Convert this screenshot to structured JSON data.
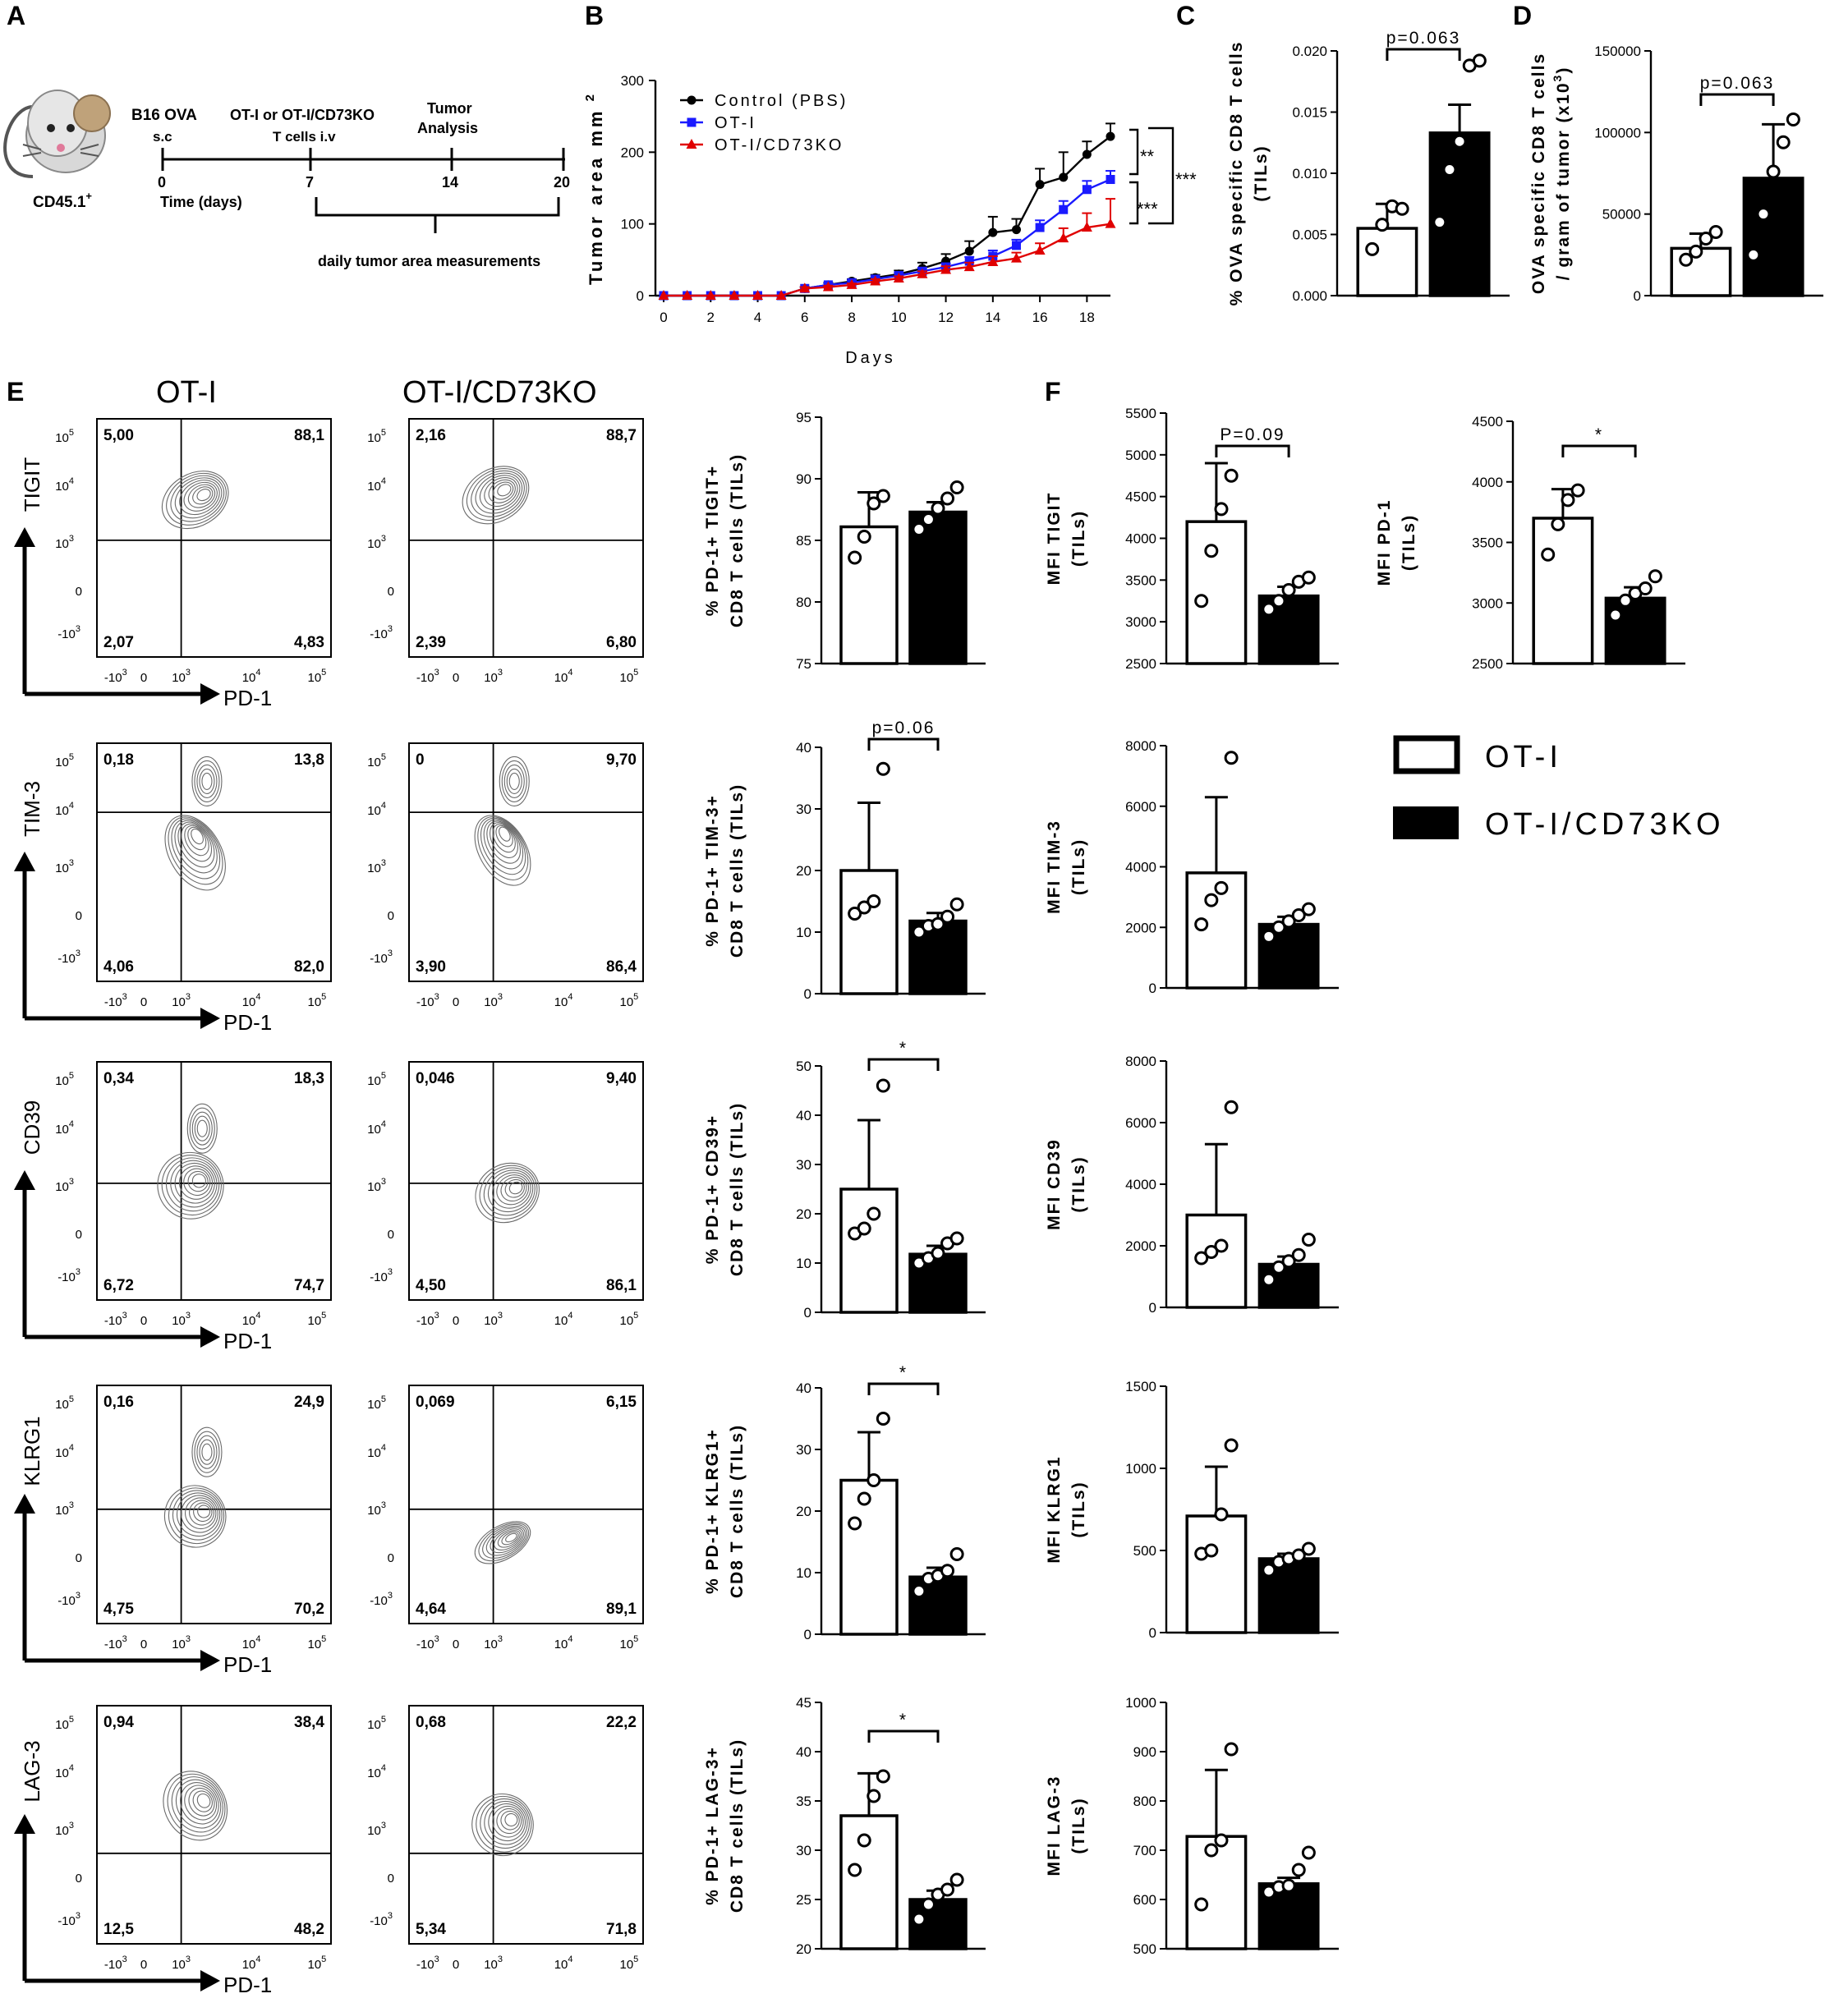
{
  "panel_labels": {
    "A": "A",
    "B": "B",
    "C": "C",
    "D": "D",
    "E": "E",
    "F": "F"
  },
  "schematic": {
    "mouse_label": "CD45.1",
    "mouse_label_sup": "+",
    "inj1_a": "B16 OVA",
    "inj1_b": "s.c",
    "inj2_a": "OT-I or OT-I/CD73KO",
    "inj2_b": "T cells  i.v",
    "inj3_a": "Tumor",
    "inj3_b": "Analysis",
    "t0": "0",
    "t7": "7",
    "t14": "14",
    "t20": "20",
    "time_label": "Time (days)",
    "measure_label": "daily tumor area measurements"
  },
  "annotations": {
    "b_sig1": "**",
    "b_sig2": "***",
    "b_sig3": "***",
    "c_p": "p=0.063",
    "d_p": "p=0.063",
    "e_tim3_p": "p=0.06",
    "e_cd39_sig": "*",
    "e_klrg1_sig": "*",
    "e_lag3_sig": "*",
    "f_tigit_p": "P=0.09",
    "f_pd1_sig": "*"
  },
  "flow": {
    "col_ot1": "OT-I",
    "col_cd73": "OT-I/CD73KO",
    "xaxis": "PD-1",
    "tick_labels": {
      "e5": "10",
      "e4": "10",
      "e3": "10",
      "zero": "0",
      "m3": "-10",
      "exp5": "5",
      "exp4": "4",
      "exp3": "3"
    },
    "rows": [
      {
        "marker": "TIGIT",
        "ot1": [
          "5,00",
          "88,1",
          "2,07",
          "4,83"
        ],
        "cd73": [
          "2,16",
          "88,7",
          "2,39",
          "6,80"
        ]
      },
      {
        "marker": "TIM-3",
        "ot1": [
          "0,18",
          "13,8",
          "4,06",
          "82,0"
        ],
        "cd73": [
          "0",
          "9,70",
          "3,90",
          "86,4"
        ]
      },
      {
        "marker": "CD39",
        "ot1": [
          "0,34",
          "18,3",
          "6,72",
          "74,7"
        ],
        "cd73": [
          "0,046",
          "9,40",
          "4,50",
          "86,1"
        ]
      },
      {
        "marker": "KLRG1",
        "ot1": [
          "0,16",
          "24,9",
          "4,75",
          "70,2"
        ],
        "cd73": [
          "0,069",
          "6,15",
          "4,64",
          "89,1"
        ]
      },
      {
        "marker": "LAG-3",
        "ot1": [
          "0,94",
          "38,4",
          "12,5",
          "48,2"
        ],
        "cd73": [
          "0,68",
          "22,2",
          "5,34",
          "71,8"
        ]
      }
    ]
  },
  "legend": {
    "ot1": "OT-I",
    "cd73": "OT-I/CD73KO"
  },
  "chart_data": [
    {
      "id": "B",
      "type": "line",
      "title": "",
      "xlabel": "Days",
      "ylabel": "Tumor area mm",
      "ylabel_sup": "2",
      "xlim": [
        0,
        19
      ],
      "ylim": [
        0,
        300
      ],
      "xticks": [
        0,
        2,
        4,
        6,
        8,
        10,
        12,
        14,
        16,
        18
      ],
      "yticks": [
        0,
        100,
        200,
        300
      ],
      "x": [
        0,
        1,
        2,
        3,
        4,
        5,
        6,
        7,
        8,
        9,
        10,
        11,
        12,
        13,
        14,
        15,
        16,
        17,
        18,
        19
      ],
      "series": [
        {
          "name": "Control (PBS)",
          "color": "#000000",
          "marker": "circle",
          "values": [
            0,
            0,
            0,
            0,
            0,
            0,
            10,
            15,
            20,
            25,
            30,
            38,
            48,
            62,
            88,
            92,
            155,
            165,
            197,
            222
          ],
          "errors": [
            0,
            0,
            0,
            0,
            0,
            0,
            2,
            3,
            3,
            4,
            5,
            8,
            10,
            14,
            22,
            15,
            22,
            35,
            18,
            18
          ]
        },
        {
          "name": "OT-I",
          "color": "#1a1aff",
          "marker": "square",
          "values": [
            0,
            0,
            0,
            0,
            0,
            0,
            10,
            15,
            18,
            23,
            28,
            34,
            40,
            48,
            55,
            70,
            95,
            120,
            148,
            162
          ],
          "errors": [
            0,
            0,
            0,
            0,
            0,
            0,
            2,
            2,
            3,
            3,
            4,
            5,
            5,
            6,
            8,
            8,
            10,
            12,
            12,
            12
          ]
        },
        {
          "name": "OT-I/CD73KO",
          "color": "#e00000",
          "marker": "triangle",
          "values": [
            0,
            0,
            0,
            0,
            0,
            0,
            10,
            12,
            15,
            20,
            24,
            30,
            36,
            40,
            47,
            52,
            63,
            80,
            95,
            100
          ],
          "errors": [
            0,
            0,
            0,
            0,
            0,
            0,
            2,
            2,
            2,
            3,
            3,
            4,
            5,
            6,
            8,
            8,
            10,
            14,
            20,
            35
          ]
        }
      ],
      "legend": "top-left"
    },
    {
      "id": "C",
      "type": "bar",
      "categories": [
        "OT-I",
        "OT-I/CD73KO"
      ],
      "ylabel": "% OVA specific CD8 T cells",
      "ylabel2": "(TILs)",
      "ylim": [
        0,
        0.02
      ],
      "yticks": [
        0,
        0.005,
        0.01,
        0.015,
        0.02
      ],
      "tick_labels": [
        "0.000",
        "0.005",
        "0.010",
        "0.015",
        "0.020"
      ],
      "values": [
        0.0055,
        0.0133
      ],
      "errors": [
        0.002,
        0.0023
      ],
      "points": [
        [
          0.0038,
          0.0058,
          0.0073,
          0.0071
        ],
        [
          0.006,
          0.0103,
          0.0126,
          0.0188,
          0.0192
        ]
      ]
    },
    {
      "id": "D",
      "type": "bar",
      "categories": [
        "OT-I",
        "OT-I/CD73KO"
      ],
      "ylabel": "OVA specific CD8 T cells",
      "ylabel2": "/ gram of tumor (x10",
      "ylabel2_sup": "3",
      "ylabel2_end": ")",
      "ylim": [
        0,
        150000
      ],
      "yticks": [
        0,
        50000,
        100000,
        150000
      ],
      "tick_labels": [
        "0",
        "50000",
        "100000",
        "150000"
      ],
      "values": [
        29000,
        72000
      ],
      "errors": [
        9000,
        33000
      ],
      "points": [
        [
          22000,
          27000,
          35000,
          39000
        ],
        [
          25000,
          50000,
          76000,
          94000,
          108000
        ]
      ]
    },
    {
      "id": "E-TIGIT",
      "type": "bar",
      "categories": [
        "OT-I",
        "OT-I/CD73KO"
      ],
      "ylabel": "% PD-1+ TIGIT+",
      "ylabel2": "CD8 T cells (TILs)",
      "ylim": [
        75,
        95
      ],
      "yticks": [
        75,
        80,
        85,
        90,
        95
      ],
      "tick_labels": [
        "75",
        "80",
        "85",
        "90",
        "95"
      ],
      "values": [
        86.1,
        87.3
      ],
      "errors": [
        2.8,
        0.8
      ],
      "points": [
        [
          83.6,
          85.3,
          88.0,
          88.6
        ],
        [
          85.9,
          86.7,
          87.6,
          88.4,
          89.3
        ]
      ]
    },
    {
      "id": "E-TIM3",
      "type": "bar",
      "categories": [
        "OT-I",
        "OT-I/CD73KO"
      ],
      "ylabel": "% PD-1+ TIM-3+",
      "ylabel2": "CD8 T cells (TILs)",
      "ylim": [
        0,
        40
      ],
      "yticks": [
        0,
        10,
        20,
        30,
        40
      ],
      "tick_labels": [
        "0",
        "10",
        "20",
        "30",
        "40"
      ],
      "values": [
        20,
        11.8
      ],
      "errors": [
        11,
        1.3
      ],
      "points": [
        [
          13,
          14,
          15,
          36.5
        ],
        [
          10,
          11,
          11.3,
          12.5,
          14.5
        ]
      ]
    },
    {
      "id": "E-CD39",
      "type": "bar",
      "categories": [
        "OT-I",
        "OT-I/CD73KO"
      ],
      "ylabel": "% PD-1+ CD39+",
      "ylabel2": "CD8 T cells (TILs)",
      "ylim": [
        0,
        50
      ],
      "yticks": [
        0,
        10,
        20,
        30,
        40,
        50
      ],
      "tick_labels": [
        "0",
        "10",
        "20",
        "30",
        "40",
        "50"
      ],
      "values": [
        25,
        11.8
      ],
      "errors": [
        14,
        1.7
      ],
      "points": [
        [
          16,
          17,
          20,
          46
        ],
        [
          10,
          11,
          12,
          14,
          15
        ]
      ]
    },
    {
      "id": "E-KLRG1",
      "type": "bar",
      "categories": [
        "OT-I",
        "OT-I/CD73KO"
      ],
      "ylabel": "% PD-1+ KLRG1+",
      "ylabel2": "CD8 T cells (TILs)",
      "ylim": [
        0,
        40
      ],
      "yticks": [
        0,
        10,
        20,
        30,
        40
      ],
      "tick_labels": [
        "0",
        "10",
        "20",
        "30",
        "40"
      ],
      "values": [
        25,
        9.3
      ],
      "errors": [
        7.8,
        1.5
      ],
      "points": [
        [
          18,
          22,
          25,
          35
        ],
        [
          7,
          9,
          9.5,
          10.3,
          13
        ]
      ]
    },
    {
      "id": "E-LAG3",
      "type": "bar",
      "categories": [
        "OT-I",
        "OT-I/CD73KO"
      ],
      "ylabel": "% PD-1+ LAG-3+",
      "ylabel2": "CD8 T cells (TILs)",
      "ylim": [
        20,
        45
      ],
      "yticks": [
        20,
        25,
        30,
        35,
        40,
        45
      ],
      "tick_labels": [
        "20",
        "25",
        "30",
        "35",
        "40",
        "45"
      ],
      "values": [
        33.5,
        25
      ],
      "errors": [
        4.3,
        0.9
      ],
      "points": [
        [
          28,
          31,
          35.5,
          37.5
        ],
        [
          23,
          24.5,
          25.5,
          26,
          27
        ]
      ]
    },
    {
      "id": "F-TIGIT",
      "type": "bar",
      "categories": [
        "OT-I",
        "OT-I/CD73KO"
      ],
      "ylabel": "MFI TIGIT",
      "ylabel2": "(TILs)",
      "ylim": [
        2500,
        5500
      ],
      "yticks": [
        2500,
        3000,
        3500,
        4000,
        4500,
        5000,
        5500
      ],
      "tick_labels": [
        "2500",
        "3000",
        "3500",
        "4000",
        "4500",
        "5000",
        "5500"
      ],
      "values": [
        4200,
        3310
      ],
      "errors": [
        700,
        110
      ],
      "points": [
        [
          3250,
          3850,
          4350,
          4750
        ],
        [
          3150,
          3250,
          3380,
          3480,
          3530
        ]
      ]
    },
    {
      "id": "F-PD1",
      "type": "bar",
      "categories": [
        "OT-I",
        "OT-I/CD73KO"
      ],
      "ylabel": "MFI PD-1",
      "ylabel2": "(TILs)",
      "ylim": [
        2500,
        4500
      ],
      "yticks": [
        2500,
        3000,
        3500,
        4000,
        4500
      ],
      "tick_labels": [
        "2500",
        "3000",
        "3500",
        "4000",
        "4500"
      ],
      "values": [
        3700,
        3040
      ],
      "errors": [
        240,
        90
      ],
      "points": [
        [
          3400,
          3650,
          3850,
          3930
        ],
        [
          2900,
          3020,
          3080,
          3120,
          3220
        ]
      ]
    },
    {
      "id": "F-TIM3",
      "type": "bar",
      "categories": [
        "OT-I",
        "OT-I/CD73KO"
      ],
      "ylabel": "MFI TIM-3",
      "ylabel2": "(TILs)",
      "ylim": [
        0,
        8000
      ],
      "yticks": [
        0,
        2000,
        4000,
        6000,
        8000
      ],
      "tick_labels": [
        "0",
        "2000",
        "4000",
        "6000",
        "8000"
      ],
      "values": [
        3800,
        2100
      ],
      "errors": [
        2500,
        250
      ],
      "points": [
        [
          2100,
          2900,
          3300,
          7600
        ],
        [
          1700,
          2000,
          2200,
          2400,
          2600
        ]
      ]
    },
    {
      "id": "F-CD39",
      "type": "bar",
      "categories": [
        "OT-I",
        "OT-I/CD73KO"
      ],
      "ylabel": "MFI CD39",
      "ylabel2": "(TILs)",
      "ylim": [
        0,
        8000
      ],
      "yticks": [
        0,
        2000,
        4000,
        6000,
        8000
      ],
      "tick_labels": [
        "0",
        "2000",
        "4000",
        "6000",
        "8000"
      ],
      "values": [
        3000,
        1400
      ],
      "errors": [
        2300,
        250
      ],
      "points": [
        [
          1600,
          1800,
          2000,
          6500
        ],
        [
          900,
          1300,
          1500,
          1700,
          2200
        ]
      ]
    },
    {
      "id": "F-KLRG1",
      "type": "bar",
      "categories": [
        "OT-I",
        "OT-I/CD73KO"
      ],
      "ylabel": "MFI KLRG1",
      "ylabel2": "(TILs)",
      "ylim": [
        0,
        1500
      ],
      "yticks": [
        0,
        500,
        1000,
        1500
      ],
      "tick_labels": [
        "0",
        "500",
        "1000",
        "1500"
      ],
      "values": [
        710,
        450
      ],
      "errors": [
        300,
        30
      ],
      "points": [
        [
          480,
          500,
          720,
          1140
        ],
        [
          380,
          430,
          450,
          470,
          510
        ]
      ]
    },
    {
      "id": "F-LAG3",
      "type": "bar",
      "categories": [
        "OT-I",
        "OT-I/CD73KO"
      ],
      "ylabel": "MFI LAG-3",
      "ylabel2": "(TILs)",
      "ylim": [
        500,
        1000
      ],
      "yticks": [
        500,
        600,
        700,
        800,
        900,
        1000
      ],
      "tick_labels": [
        "500",
        "600",
        "700",
        "800",
        "900",
        "1000"
      ],
      "values": [
        728,
        632
      ],
      "errors": [
        135,
        12
      ],
      "points": [
        [
          590,
          700,
          720,
          905
        ],
        [
          615,
          625,
          628,
          660,
          695
        ]
      ]
    }
  ]
}
